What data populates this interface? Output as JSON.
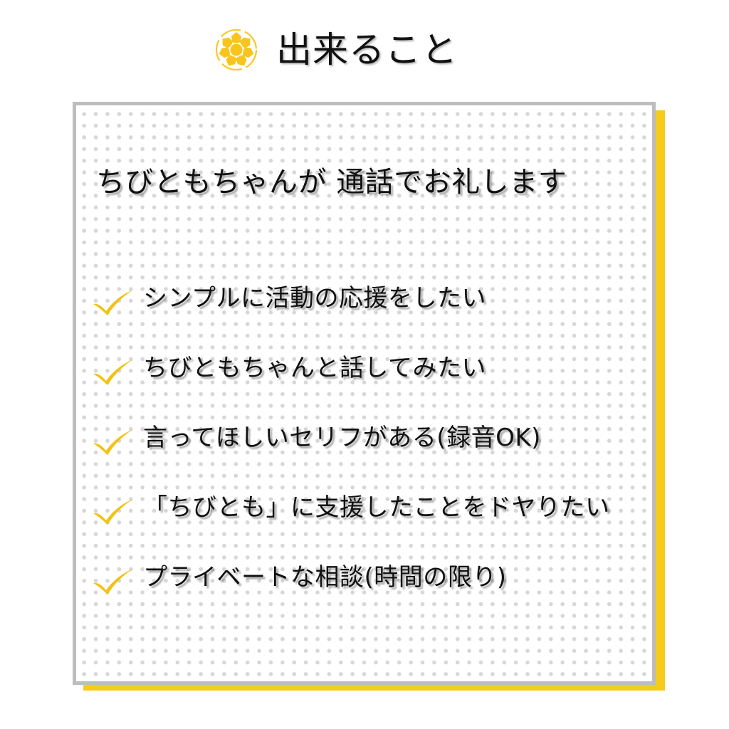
{
  "header": {
    "icon": "flower-icon",
    "title": "出来ること"
  },
  "card": {
    "headline": "ちびともちゃんが 通話でお礼します",
    "items": [
      {
        "icon": "check-icon",
        "label": "シンプルに活動の応援をしたい"
      },
      {
        "icon": "check-icon",
        "label": "ちびともちゃんと話してみたい"
      },
      {
        "icon": "check-icon",
        "label": "言ってほしいセリフがある(録音OK)"
      },
      {
        "icon": "check-icon",
        "label": "「ちびとも」に支援したことをドヤりたい"
      },
      {
        "icon": "check-icon",
        "label": "プライベートな相談(時間の限り)"
      }
    ]
  },
  "colors": {
    "accent_yellow": "#F6CC1B",
    "card_border": "#BDBDBD",
    "dot_pattern": "#D7D7D7",
    "text": "#111111",
    "background": "#FFFFFF"
  }
}
